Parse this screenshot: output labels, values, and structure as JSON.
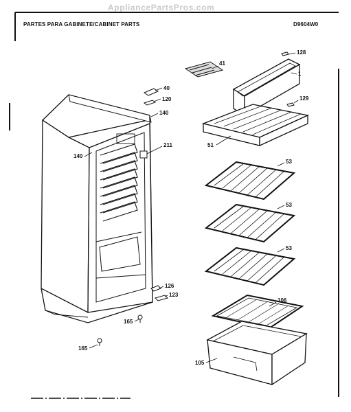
{
  "watermark": "AppliancePartsPros.com",
  "header": {
    "title": "PARTES PARA GABINETE/CABINET PARTS",
    "code": "D9604W0"
  },
  "callouts": {
    "p41": "41",
    "p40": "40",
    "p120": "120",
    "p140_right": "140",
    "p140_left": "140",
    "p211": "211",
    "p128": "128",
    "p1": "1",
    "p129": "129",
    "p51": "51",
    "p53_top": "53",
    "p53_mid": "53",
    "p53_bot": "53",
    "p126": "126",
    "p123": "123",
    "p165_a": "165",
    "p165_b": "165",
    "p106": "106",
    "p105": "105"
  },
  "colors": {
    "line": "#111111",
    "background": "#ffffff",
    "watermark": "#c9c9c9"
  }
}
